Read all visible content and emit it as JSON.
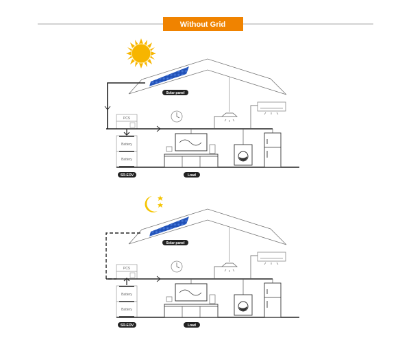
{
  "header": {
    "title": "Without Grid",
    "accent_color": "#F08300"
  },
  "scenes": [
    {
      "name": "day",
      "sky_icon": "sun-icon",
      "solar_label": "Solar panel",
      "pcs_label": "PCS",
      "battery_labels": [
        "Battery",
        "Battery"
      ],
      "system_label": "SR-EOV",
      "load_label": "Load"
    },
    {
      "name": "night",
      "sky_icon": "moon-stars-icon",
      "solar_label": "Solar panel",
      "pcs_label": "PCS",
      "battery_labels": [
        "Battery",
        "Battery"
      ],
      "system_label": "SR-EOV",
      "load_label": "Load"
    }
  ],
  "colors": {
    "panel": "#1f4fb5",
    "sun": "#F7B500",
    "moon": "#F5C400",
    "line": "#222222"
  }
}
